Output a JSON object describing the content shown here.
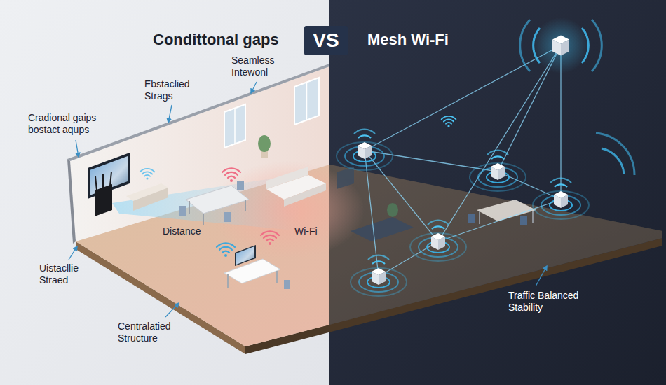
{
  "diagram": {
    "nodes": [
      {
        "text": [
          "VS"
        ]
      }
    ],
    "labels": [
      "Condittonal gaps",
      "Mesh Wi-Fi",
      "Seamless Intewonl",
      "Ebstaclied Strags",
      "Cradional gaips bostact aqups",
      "Distance",
      "Wi-Fi",
      "Uistacllie Straed",
      "Centralatied Structure",
      "Traffic Balanced Stability"
    ]
  }
}
